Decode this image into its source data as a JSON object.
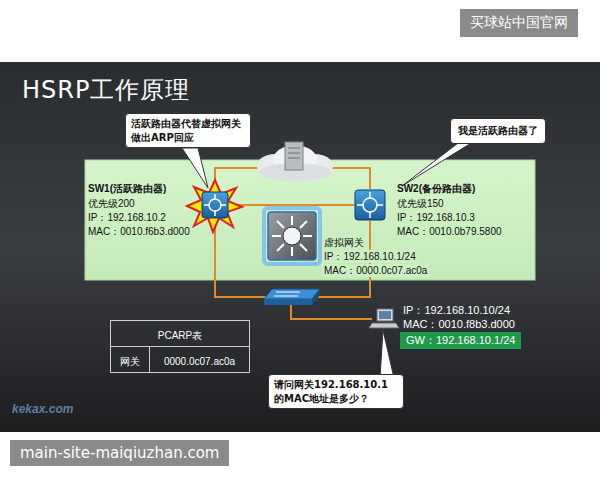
{
  "diagram": {
    "title": "HSRP工作原理",
    "nodes": [
      {
        "text": [
          "买球站中国官网"
        ]
      },
      {
        "text": [
          "活跃路由器代替虚拟网关做出ARP回应"
        ]
      },
      {
        "text": [
          "我是活跃路由器了"
        ]
      },
      {
        "text": [
          "SW1(活跃路由器)",
          "优先级200",
          "IP：192.168.10.2",
          "MAC：0010.f6b3.d000",
          "SW2(备份路由器)",
          "优先级150",
          "IP：192.168.10.3",
          "MAC：0010.0b79.5800",
          "虚拟网关",
          "IP：192.168.10.1/24",
          "MAC：0000.0c07.ac0a"
        ]
      },
      {
        "text": [
          "GW：192.168.10.1/24"
        ]
      },
      {
        "text": [
          "PCARP表",
          "网关",
          "0000.0c07.ac0a"
        ]
      },
      {
        "text": [
          "请问网关192.168.10.1的MAC地址是多少？"
        ]
      },
      {
        "text": [
          "main-site-maiqiuzhan.com"
        ]
      }
    ],
    "labels": [
      "IP：192.168.10.10/24",
      "MAC：0010.f8b3.d000",
      "kekax.com"
    ]
  }
}
